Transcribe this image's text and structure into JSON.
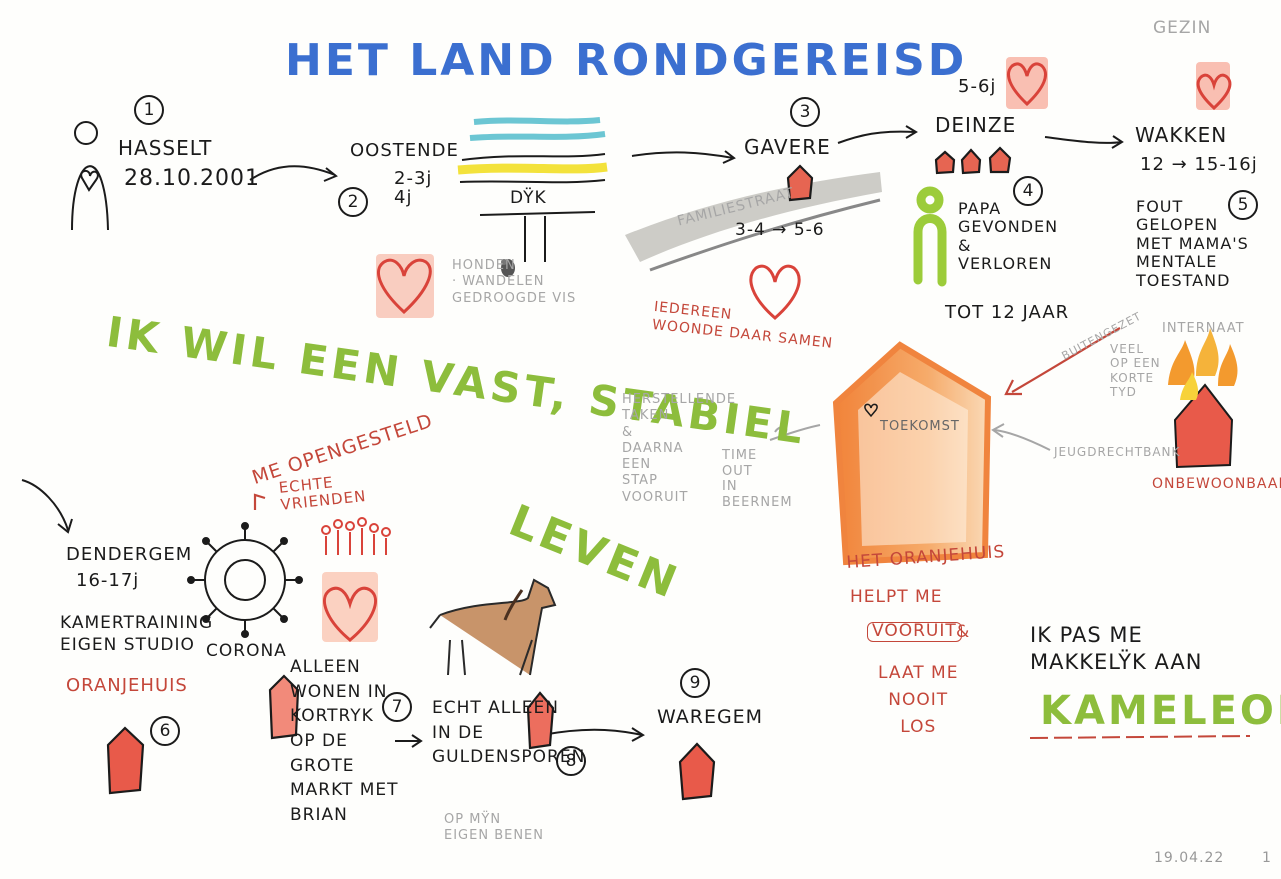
{
  "title": "HET LAND RONDGEREISD",
  "slogan_line1": "IK WIL EEN VAST, STABIEL",
  "slogan_line2": "LEVEN",
  "stops": [
    {
      "num": "1",
      "place": "HASSELT",
      "detail": "28.10.2001"
    },
    {
      "num": "2",
      "place": "OOSTENDE",
      "detail": "2-3j\n4j"
    },
    {
      "num": "3",
      "place": "GAVERE",
      "detail": "3-4 → 5-6"
    },
    {
      "num": "4",
      "place": "DEINZE",
      "detail": "5-6j"
    },
    {
      "num": "5",
      "place": "WAKKEN",
      "detail": "12 → 15-16j"
    },
    {
      "num": "6",
      "place": "DENDERGEM",
      "detail": "16-17j"
    },
    {
      "num": "7",
      "place": "ALLEEN WONEN IN KORTRYK OP DE GROTE MARKT MET BRIAN"
    },
    {
      "num": "8",
      "place": "ECHT ALLEEN IN DE GULDENSPOREN"
    },
    {
      "num": "9",
      "place": "WAREGEM"
    }
  ],
  "labels": {
    "gezin": "GEZIN",
    "dijk": "DŸK",
    "honden": "HONDEN\n· WANDELEN\nGEDROOGDE VIS",
    "familiestraat": "FAMILIESTRAAT",
    "iedereen": "IEDEREEN\nWOONDE DAAR SAMEN",
    "papa": "PAPA\nGEVONDEN\n&\nVERLOREN",
    "tot12": "TOT 12 JAAR",
    "fout": "FOUT\nGELOPEN\nMET MAMA'S\nMENTALE\nTOESTAND",
    "internaat": "INTERNAAT",
    "buitengezet": "BUITENGEZET",
    "veel": "VEEL\nOP EEN\nKORTE\nTYD",
    "jeugdrechtbank": "JEUGDRECHTBANK",
    "onbewoonbaar": "ONBEWOONBAAR",
    "toekomst": "TOEKOMST",
    "herstellende": "HERSTELLENDE\nTAKEN\n&\nDAARNA\nEEN\nSTAP\nVOORUIT",
    "timeout": "TIME\nOUT\nIN\nBEERNEM",
    "opengesteld": "ME OPENGESTELD",
    "echte": "ECHTE\nVRIENDEN",
    "kamertraining": "KAMERTRAINING\nEIGEN STUDIO",
    "oranjehuis_small": "ORANJEHUIS",
    "corona": "CORONA",
    "eigen_benen": "OP MŸN\nEIGEN BENEN",
    "oranjehuis_1": "HET ORANJEHUIS",
    "oranjehuis_2": "HELPT ME",
    "vooruit": "VOORUIT",
    "amp": "&",
    "laat": "LAAT ME\nNOOIT\nLOS",
    "ik_pas": "IK PAS ME\nMAKKELŸK AAN",
    "kameleon": "KAMELEON",
    "date": "19.04.22",
    "page": "1"
  },
  "colors": {
    "black": "#1b1b1b",
    "red": "#c4473a",
    "green": "#8dbd3c",
    "blue": "#3b6fd0",
    "grey": "#a6a6a6",
    "orange": "#f08a3c"
  }
}
